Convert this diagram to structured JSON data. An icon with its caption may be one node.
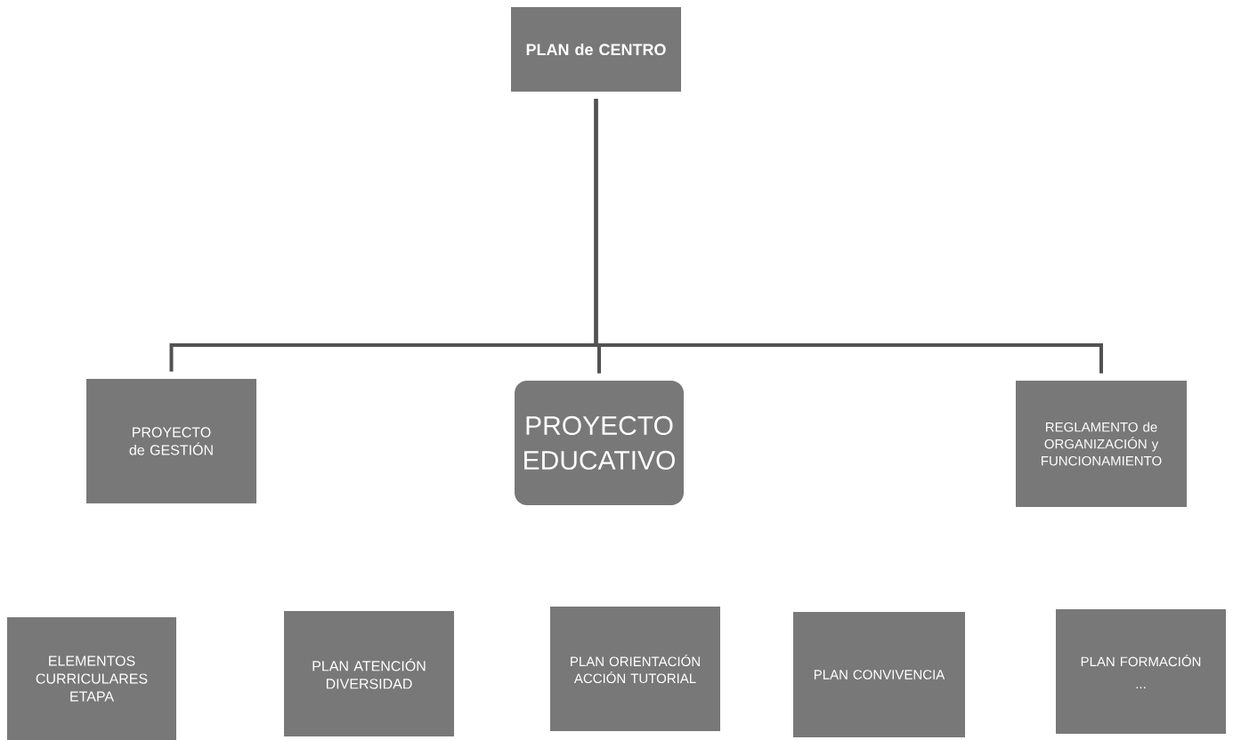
{
  "diagram": {
    "nodes": [
      {
        "text": [
          "PLAN de CENTRO"
        ]
      },
      {
        "text": [
          "PROYECTO de GESTIÓN"
        ]
      },
      {
        "text": [
          "PROYECTO EDUCATIVO"
        ]
      },
      {
        "text": [
          "REGLAMENTO de ORGANIZACIÓN y FUNCIONAMIENTO"
        ]
      },
      {
        "text": [
          "ELEMENTOS CURRICULARES ETAPA"
        ]
      },
      {
        "text": [
          "PLAN ATENCIÓN DIVERSIDAD"
        ]
      },
      {
        "text": [
          "PLAN ORIENTACIÓN ACCIÓN TUTORIAL"
        ]
      },
      {
        "text": [
          "PLAN CONVIVENCIA"
        ]
      },
      {
        "text": [
          "PLAN FORMACIÓN",
          "..."
        ]
      }
    ],
    "edges": [
      {
        "from": 0,
        "to": 1,
        "arrow": "none"
      },
      {
        "from": 0,
        "to": 2,
        "arrow": "none"
      },
      {
        "from": 0,
        "to": 3,
        "arrow": "none"
      }
    ]
  }
}
